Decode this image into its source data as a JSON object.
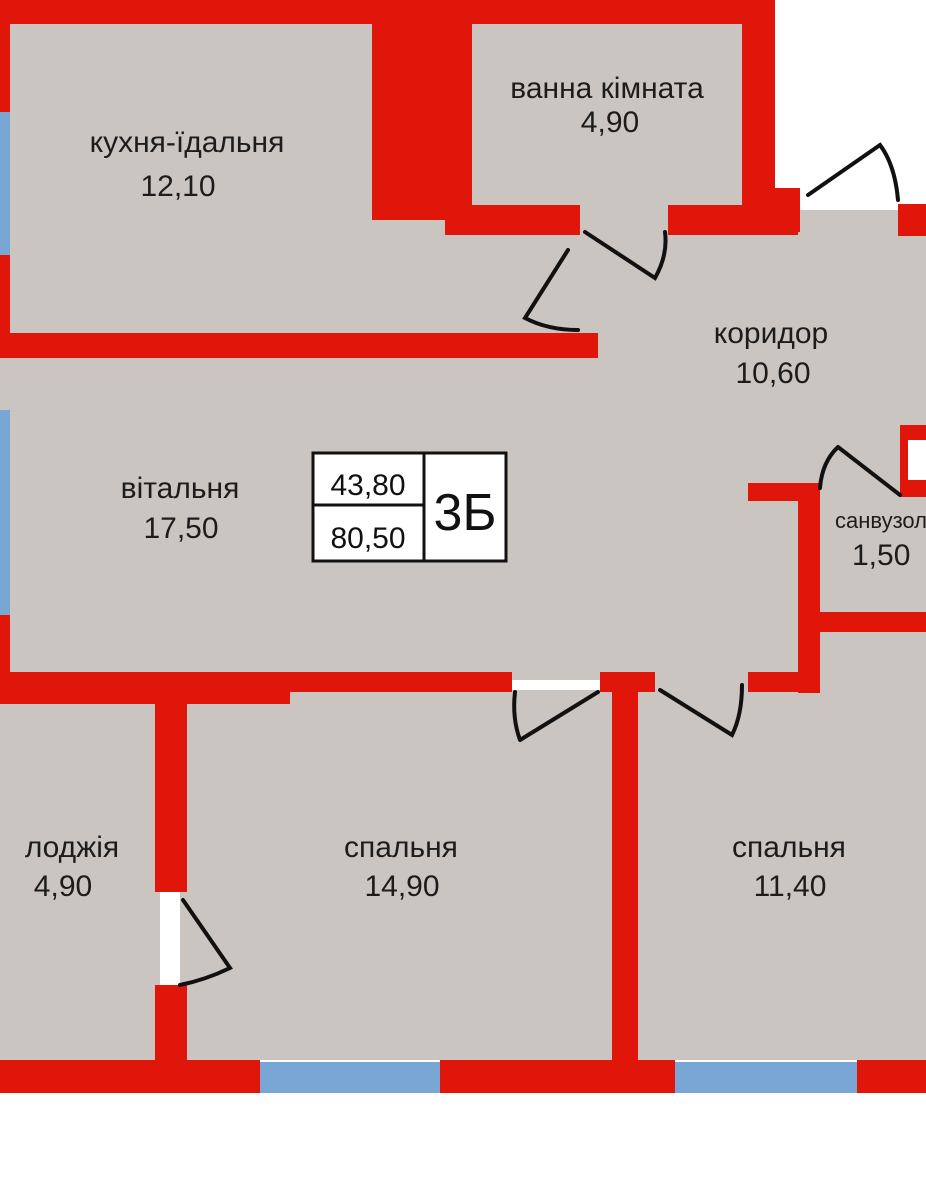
{
  "colors": {
    "wall": "#e0160b",
    "floor": "#cbc5c2",
    "window": "#7aa6d6",
    "background": "#ffffff",
    "text": "#1c1c1c"
  },
  "rooms": {
    "kitchen": {
      "name": "кухня-їдальня",
      "area": "12,10"
    },
    "bathroom": {
      "name": "ванна кімната",
      "area": "4,90"
    },
    "corridor": {
      "name": "коридор",
      "area": "10,60"
    },
    "living": {
      "name": "вітальня",
      "area": "17,50"
    },
    "wc": {
      "name": "санвузол",
      "area": "1,50"
    },
    "loggia": {
      "name": "лоджія",
      "area": "4,90"
    },
    "bedroom1": {
      "name": "спальня",
      "area": "14,90"
    },
    "bedroom2": {
      "name": "спальня",
      "area": "11,40"
    }
  },
  "summary": {
    "living_area": "43,80",
    "total_area": "80,50",
    "apartment_code": "3Б"
  }
}
